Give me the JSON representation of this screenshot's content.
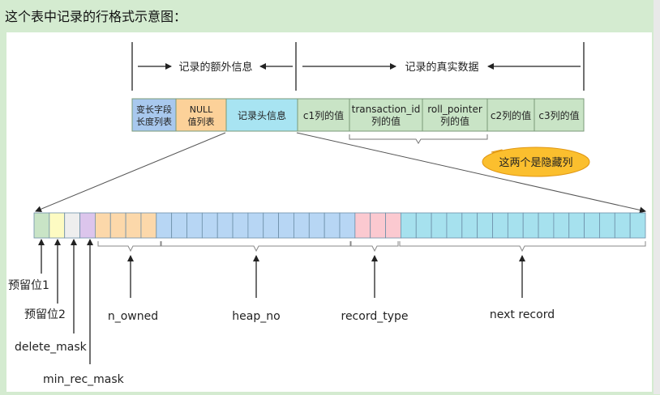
{
  "caption": "这个表中记录的行格式示意图：",
  "header": {
    "extra_info": "记录的额外信息",
    "real_data": "记录的真实数据"
  },
  "record_cells": [
    {
      "line1": "变长字段",
      "line2": "长度列表",
      "color": "#a8c8ee"
    },
    {
      "line1": "NULL",
      "line2": "值列表",
      "color": "#fcd199"
    },
    {
      "line1": "记录头信息",
      "line2": "",
      "color": "#a8e4f2"
    },
    {
      "line1": "c1列的值",
      "line2": "",
      "color": "#c9e4c6"
    },
    {
      "line1": "transaction_id",
      "line2": "列的值",
      "color": "#c9e4c6"
    },
    {
      "line1": "roll_pointer",
      "line2": "列的值",
      "color": "#c9e4c6"
    },
    {
      "line1": "c2列的值",
      "line2": "",
      "color": "#c9e4c6"
    },
    {
      "line1": "c3列的值",
      "line2": "",
      "color": "#c9e4c6"
    }
  ],
  "hidden_note": "这两个是隐藏列",
  "bit_labels": {
    "reserved1": "预留位1",
    "reserved2": "预留位2",
    "delete_mask": "delete_mask",
    "min_rec_mask": "min_rec_mask",
    "n_owned": "n_owned",
    "heap_no": "heap_no",
    "record_type": "record_type",
    "next_record": "next record"
  },
  "bit_groups": [
    {
      "name": "reserved1",
      "bits": 1,
      "color": "#c9e4c6"
    },
    {
      "name": "reserved2",
      "bits": 1,
      "color": "#fdfbc2"
    },
    {
      "name": "delete_mask",
      "bits": 1,
      "color": "#eeeeee"
    },
    {
      "name": "min_rec_mask",
      "bits": 1,
      "color": "#dcc5ec"
    },
    {
      "name": "n_owned",
      "bits": 4,
      "color": "#fcd8aa"
    },
    {
      "name": "heap_no",
      "bits": 13,
      "color": "#b7d6f4"
    },
    {
      "name": "record_type",
      "bits": 3,
      "color": "#fbc9d0"
    },
    {
      "name": "next_record",
      "bits": 16,
      "color": "#a6e1ee"
    }
  ]
}
